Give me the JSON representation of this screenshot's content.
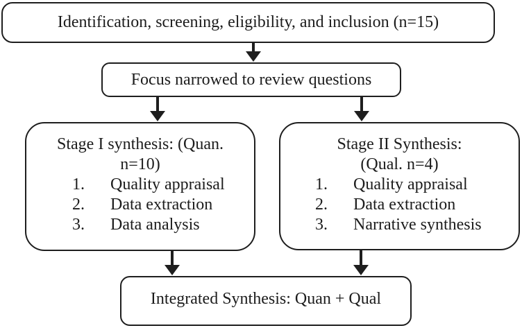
{
  "colors": {
    "ink": "#1e1e1e",
    "background": "#ffffff"
  },
  "icons": {
    "down_arrow": "filled-triangle-down-with-stem"
  },
  "flowchart": {
    "top_box": {
      "text": "Identification, screening, eligibility, and inclusion (n=15)"
    },
    "focus_box": {
      "text": "Focus narrowed to review questions"
    },
    "stage1_box": {
      "title_line1": "Stage I synthesis: (Quan.",
      "title_line2": "n=10)",
      "items": [
        {
          "num": "1.",
          "label": "Quality appraisal"
        },
        {
          "num": "2.",
          "label": "Data extraction"
        },
        {
          "num": "3.",
          "label": "Data analysis"
        }
      ]
    },
    "stage2_box": {
      "title_line1": "Stage II Synthesis:",
      "title_line2": "(Qual. n=4)",
      "items": [
        {
          "num": "1.",
          "label": "Quality appraisal"
        },
        {
          "num": "2.",
          "label": "Data extraction"
        },
        {
          "num": "3.",
          "label": "Narrative synthesis"
        }
      ]
    },
    "integrated_box": {
      "text": "Integrated Synthesis: Quan + Qual"
    }
  }
}
